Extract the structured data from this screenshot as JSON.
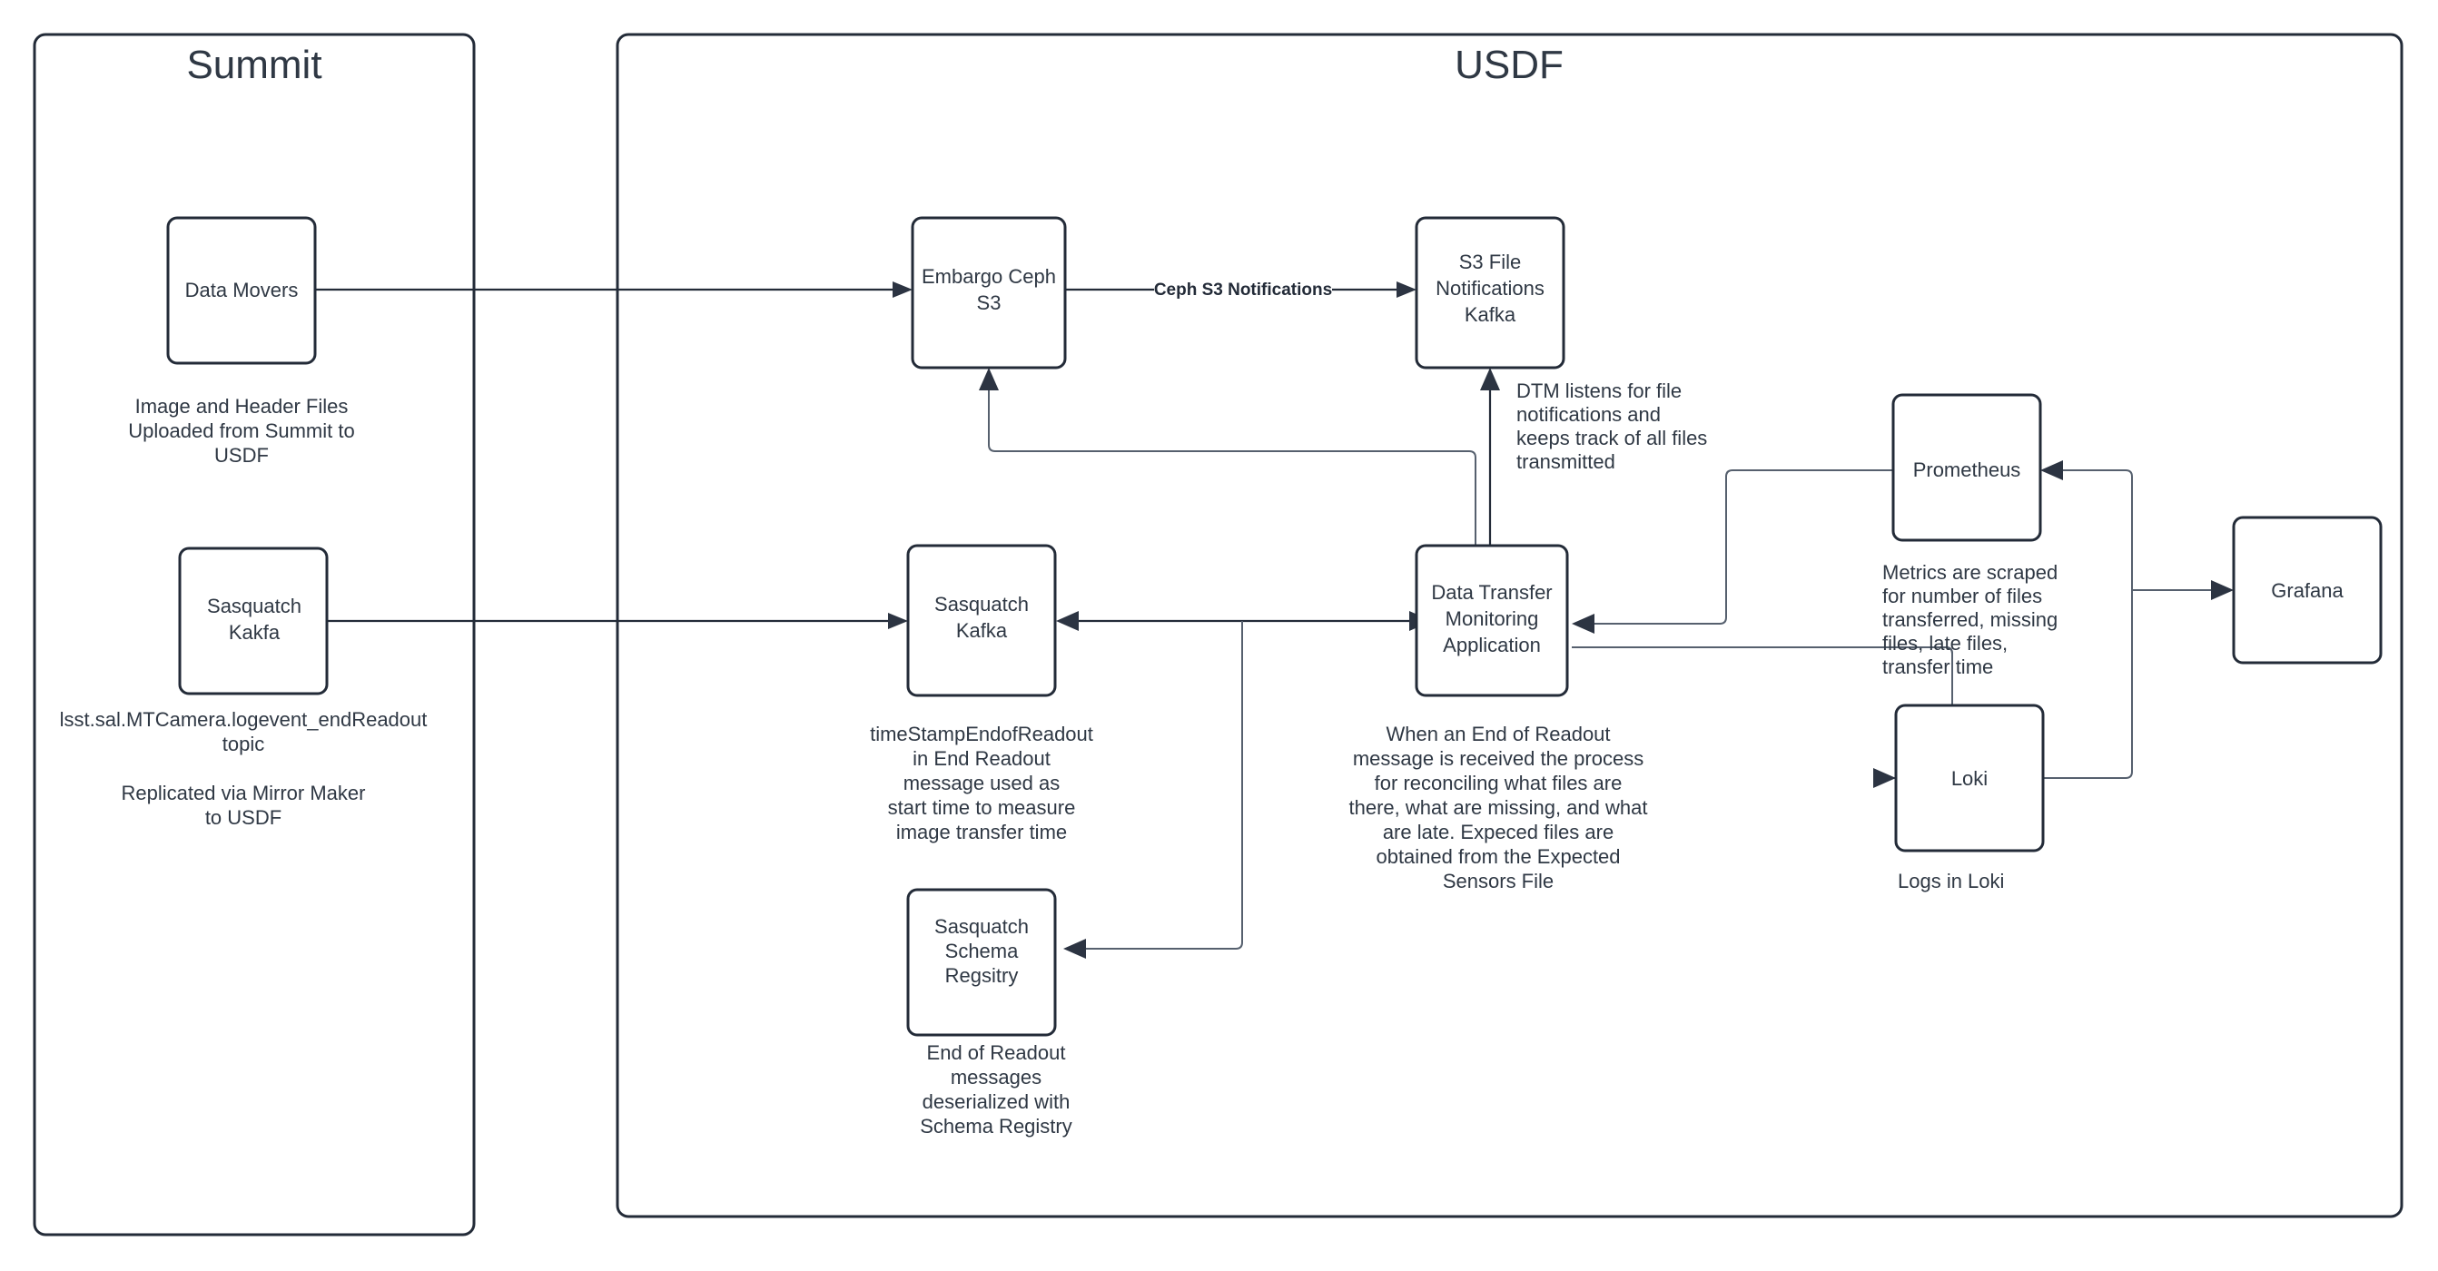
{
  "diagram": {
    "title": "USDF Data Transfer Monitoring Architecture",
    "colors": {
      "background": "#ffffff",
      "stroke": "#232b38",
      "thin_stroke": "#56606e",
      "text": "#2f3844"
    }
  },
  "containers": [
    {
      "id": "summit",
      "title": "Summit"
    },
    {
      "id": "usdf",
      "title": "USDF"
    }
  ],
  "nodes": [
    {
      "id": "data-movers",
      "label": "Data Movers"
    },
    {
      "id": "sasquatch-kafka-summit",
      "label_lines": [
        "Sasquatch",
        "Kakfa"
      ]
    },
    {
      "id": "embargo-ceph-s3",
      "label_lines": [
        "Embargo Ceph",
        "S3"
      ]
    },
    {
      "id": "s3-file-notifications-kafka",
      "label_lines": [
        "S3 File",
        "Notifications",
        "Kafka"
      ]
    },
    {
      "id": "sasquatch-kafka-usdf",
      "label_lines": [
        "Sasquatch",
        "Kafka"
      ]
    },
    {
      "id": "data-transfer-monitoring-application",
      "label_lines": [
        "Data Transfer",
        "Monitoring",
        "Application"
      ]
    },
    {
      "id": "sasquatch-schema-registry",
      "label_lines": [
        "Sasquatch",
        "Schema",
        "Regsitry"
      ]
    },
    {
      "id": "prometheus",
      "label": "Prometheus"
    },
    {
      "id": "loki",
      "label": "Loki"
    },
    {
      "id": "grafana",
      "label": "Grafana"
    }
  ],
  "captions": {
    "data_movers": [
      "Image and Header Files",
      "Uploaded from Summit to",
      "USDF"
    ],
    "sasquatch_kafka_summit": [
      "lsst.sal.MTCamera.logevent_endReadout",
      "topic",
      "",
      "Replicated via Mirror Maker",
      "to USDF"
    ],
    "dtm_listens": [
      "DTM listens for file",
      "notifications and",
      "keeps track of all files",
      "transmitted"
    ],
    "sasquatch_kafka_usdf": [
      "timeStampEndofReadout",
      "in End Readout",
      "message used as",
      "start time to measure",
      "image transfer time"
    ],
    "data_transfer_monitoring_application": [
      "When an End of Readout",
      "message is received the process",
      "for reconciling what files are",
      "there, what are missing, and what",
      "are late. Expeced files are",
      "obtained from the Expected",
      "Sensors File"
    ],
    "schema_registry": [
      "End of Readout",
      "messages",
      "deserialized with",
      "Schema Registry"
    ],
    "prometheus": [
      "Metrics are scraped",
      "for number of files",
      "transferred, missing",
      "files, late files,",
      "transfer time"
    ],
    "loki": [
      "Logs in Loki"
    ]
  },
  "edge_labels": {
    "ceph_s3_notifications": "Ceph S3 Notifications"
  }
}
